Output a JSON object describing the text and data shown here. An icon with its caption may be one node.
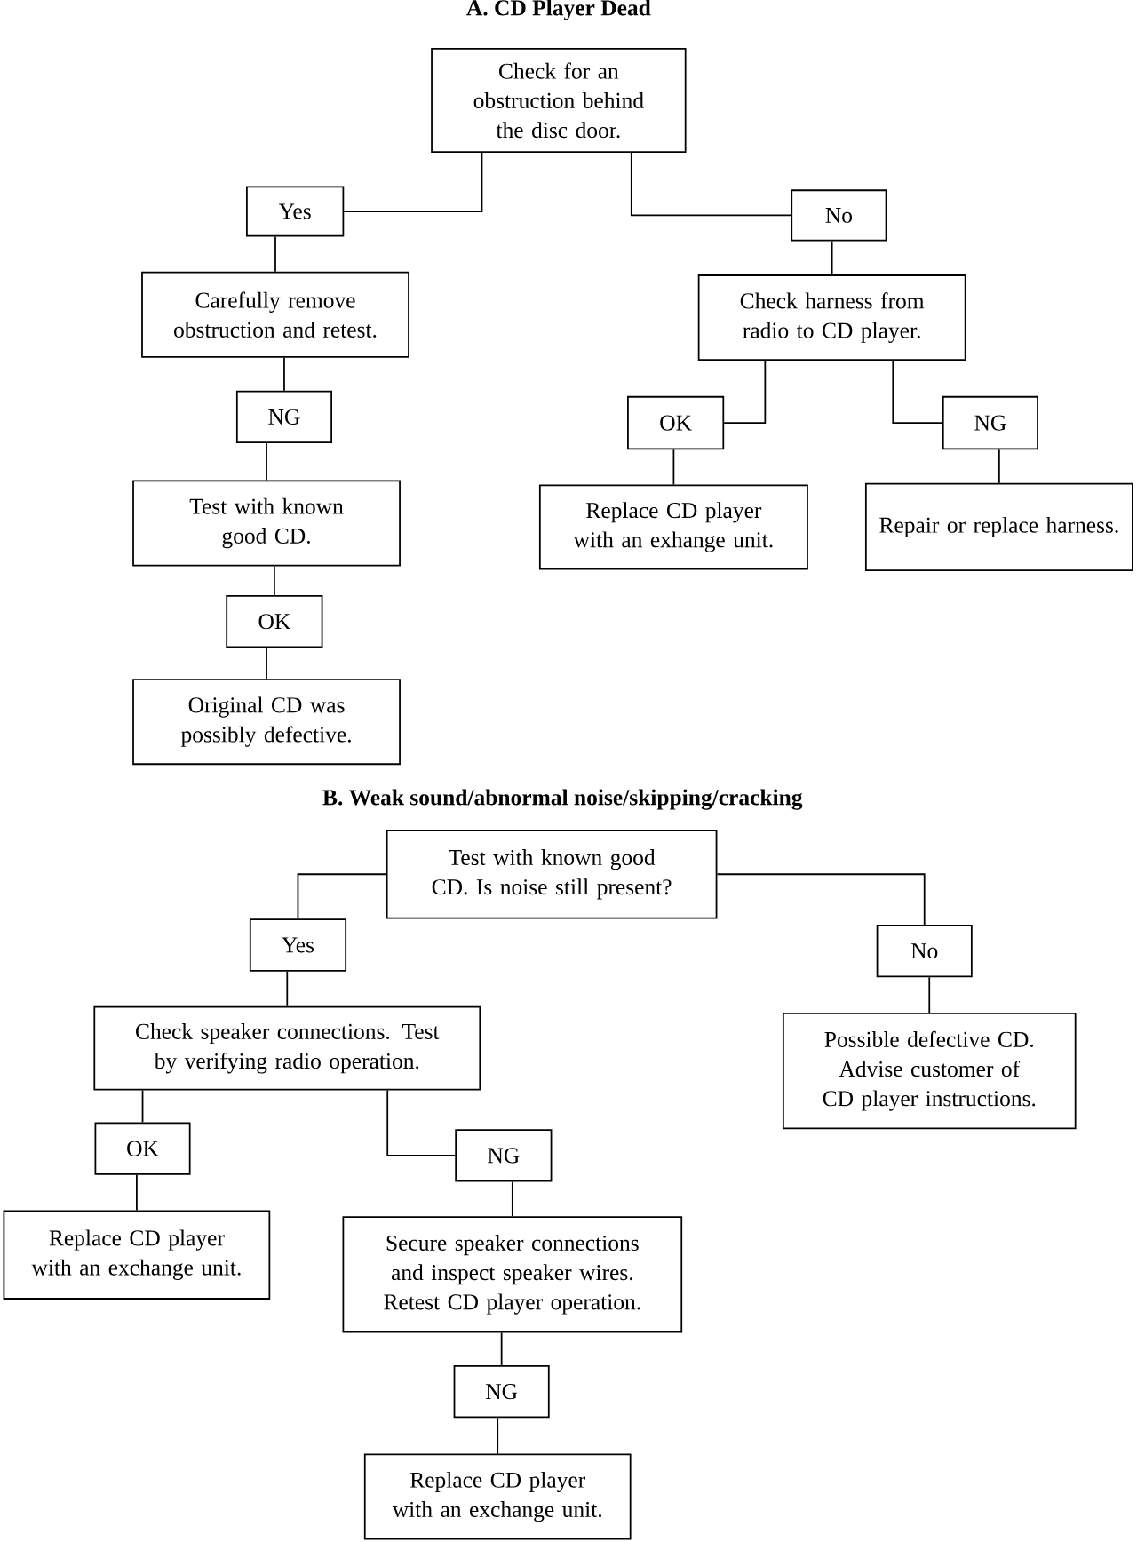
{
  "diagram": {
    "nodes": [
      {
        "text": [
          "Check for an obstruction behind the disc door."
        ]
      },
      {
        "text": [
          "Yes"
        ]
      },
      {
        "text": [
          "No"
        ]
      },
      {
        "text": [
          "Carefully remove obstruction and retest."
        ]
      },
      {
        "text": [
          "NG"
        ]
      },
      {
        "text": [
          "Test with known good CD."
        ]
      },
      {
        "text": [
          "OK"
        ]
      },
      {
        "text": [
          "Original CD was possibly defective."
        ]
      },
      {
        "text": [
          "Check harness from radio to CD player."
        ]
      },
      {
        "text": [
          "OK"
        ]
      },
      {
        "text": [
          "NG"
        ]
      },
      {
        "text": [
          "Replace CD player with an exhange unit."
        ]
      },
      {
        "text": [
          "Repair or replace harness."
        ]
      },
      {
        "text": [
          "Test with known good CD. Is noise still present?"
        ]
      },
      {
        "text": [
          "Yes"
        ]
      },
      {
        "text": [
          "No"
        ]
      },
      {
        "text": [
          "Check speaker connections. Test by verifying radio operation."
        ]
      },
      {
        "text": [
          "Possible defective CD. Advise customer of CD player instructions."
        ]
      },
      {
        "text": [
          "OK"
        ]
      },
      {
        "text": [
          "NG"
        ]
      },
      {
        "text": [
          "Replace CD player with an exchange unit."
        ]
      },
      {
        "text": [
          "Secure speaker connections and inspect speaker wires. Retest CD player operation."
        ]
      },
      {
        "text": [
          "NG"
        ]
      },
      {
        "text": [
          "Replace CD player with an exchange unit."
        ]
      }
    ],
    "edges": [
      {
        "from": 0,
        "to": 1,
        "arrow": "none"
      },
      {
        "from": 0,
        "to": 2,
        "arrow": "none"
      },
      {
        "from": 1,
        "to": 3,
        "arrow": "none"
      },
      {
        "from": 3,
        "to": 4,
        "arrow": "none"
      },
      {
        "from": 4,
        "to": 5,
        "arrow": "none"
      },
      {
        "from": 5,
        "to": 6,
        "arrow": "none"
      },
      {
        "from": 6,
        "to": 7,
        "arrow": "none"
      },
      {
        "from": 2,
        "to": 8,
        "arrow": "none"
      },
      {
        "from": 8,
        "to": 9,
        "arrow": "none"
      },
      {
        "from": 8,
        "to": 10,
        "arrow": "none"
      },
      {
        "from": 9,
        "to": 11,
        "arrow": "none"
      },
      {
        "from": 10,
        "to": 12,
        "arrow": "none"
      },
      {
        "from": 13,
        "to": 14,
        "arrow": "none"
      },
      {
        "from": 13,
        "to": 15,
        "arrow": "none"
      },
      {
        "from": 14,
        "to": 16,
        "arrow": "none"
      },
      {
        "from": 15,
        "to": 17,
        "arrow": "none"
      },
      {
        "from": 16,
        "to": 18,
        "arrow": "none"
      },
      {
        "from": 16,
        "to": 19,
        "arrow": "none"
      },
      {
        "from": 18,
        "to": 20,
        "arrow": "none"
      },
      {
        "from": 19,
        "to": 21,
        "arrow": "none"
      },
      {
        "from": 21,
        "to": 22,
        "arrow": "none"
      },
      {
        "from": 22,
        "to": 23,
        "arrow": "none"
      }
    ],
    "labels": [
      "A.  CD Player Dead",
      "B.  Weak sound/abnormal noise/skipping/cracking"
    ]
  }
}
